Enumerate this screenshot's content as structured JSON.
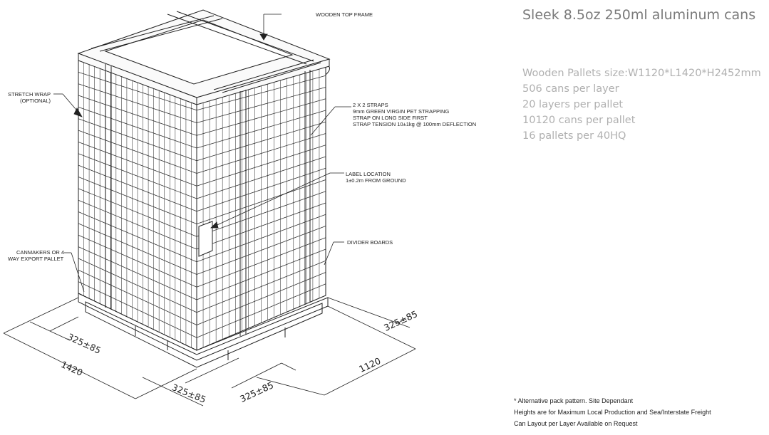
{
  "title": "Sleek 8.5oz 250ml aluminum cans",
  "specs": [
    "Wooden Pallets size:W1120*L1420*H2452mm",
    "506 cans per layer",
    "20 layers per pallet",
    "10120 cans per pallet",
    "16 pallets per 40HQ"
  ],
  "callouts": {
    "top_frame": "WOODEN TOP FRAME",
    "stretch_wrap": [
      "STRETCH WRAP",
      "(OPTIONAL)"
    ],
    "straps": [
      "2 X 2 STRAPS",
      "9mm GREEN VIRGIN PET STRAPPING",
      "STRAP ON LONG SIDE FIRST",
      "STRAP TENSION 10±1kg  @ 100mm DEFLECTION"
    ],
    "label_location": [
      "LABEL LOCATION",
      "1±0.2m FROM GROUND"
    ],
    "divider_boards": "DIVIDER BOARDS",
    "pallet": [
      "CANMAKERS OR 4",
      "WAY EXPORT PALLET"
    ]
  },
  "dimensions": {
    "left_inner": "325±85",
    "length": "1420",
    "bottom_left": "325±85",
    "bottom_right": "325±85",
    "width": "1120",
    "right_inner": "325±85"
  },
  "notes": [
    "* Alternative pack pattern. Site Dependant",
    "Heights are for Maximum Local Production and Sea/Interstate Freight",
    "Can Layout per Layer Available on Request"
  ]
}
